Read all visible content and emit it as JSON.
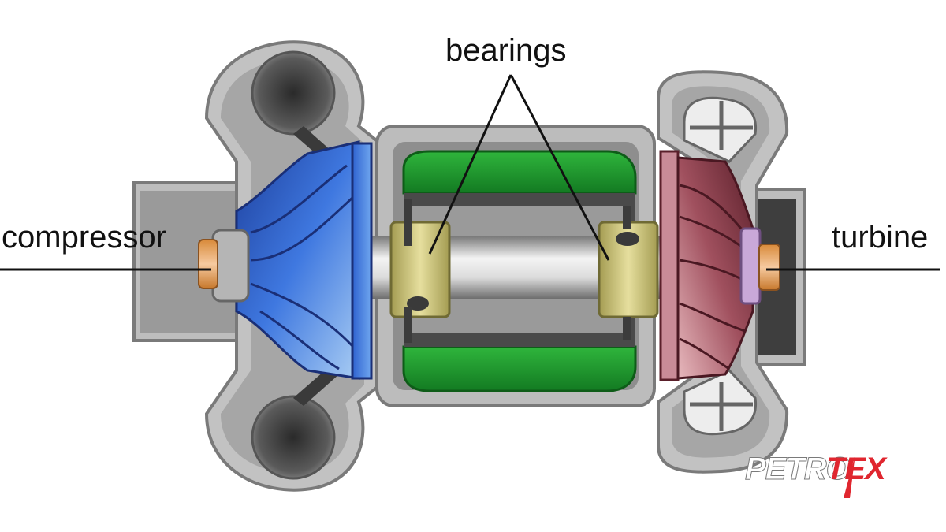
{
  "labels": {
    "compressor": "compressor",
    "bearings": "bearings",
    "turbine": "turbine"
  },
  "logo": {
    "text_left": "PETRO",
    "text_right": "TEX"
  },
  "colors": {
    "housing_gray": "#b9b9b9",
    "housing_dark": "#8c8c8c",
    "compressor_blue": "#3a6fd8",
    "turbine_maroon": "#8c3a4a",
    "oil_green": "#1f9a2e",
    "bearing_khaki": "#c9c27a",
    "nut_orange": "#e7a35a",
    "logo_red": "#e0262f"
  }
}
